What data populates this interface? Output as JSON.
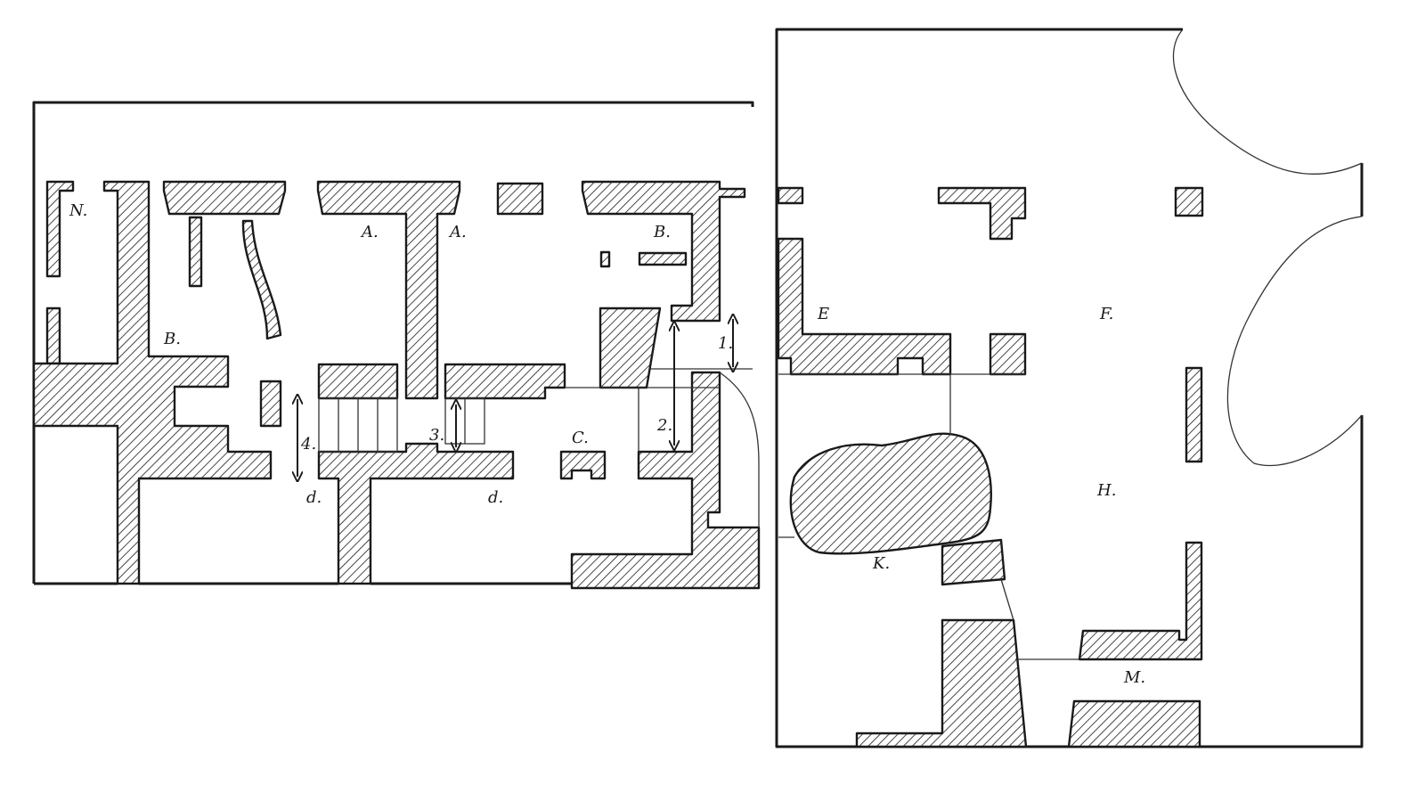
{
  "labels": {
    "N": "N.",
    "B_left": "B.",
    "A_left": "A.",
    "A_right": "A.",
    "B_right": "B.",
    "one": "1.",
    "two": "2.",
    "three": "3.",
    "four": "4.",
    "C": "C.",
    "D_left": "d.",
    "D_right": "d.",
    "E": "E",
    "F": "F.",
    "H": "H.",
    "K": "K.",
    "M": "M."
  },
  "colors": {
    "ink": "#1a1a1a",
    "paper": "#ffffff"
  }
}
